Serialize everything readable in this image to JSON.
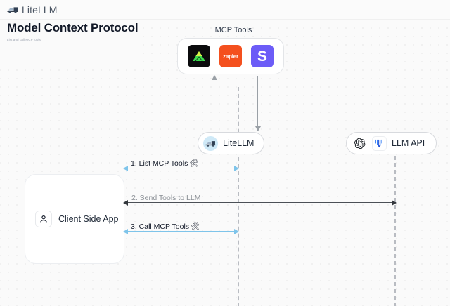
{
  "header": {
    "brand_name": "LiteLLM",
    "brand_icon": "truck-icon"
  },
  "page": {
    "title": "Model Context Protocol",
    "subtitle": "List and call MCP tools"
  },
  "diagram": {
    "mcp_group": {
      "label": "MCP Tools",
      "tools": [
        {
          "name": "tool-triangle",
          "text": "",
          "bg": "#0b0b0d"
        },
        {
          "name": "tool-zapier",
          "text": "zapier",
          "bg": "#f4501e"
        },
        {
          "name": "tool-s",
          "text": "S",
          "bg": "#6c5cf7"
        }
      ]
    },
    "nodes": [
      {
        "id": "litellm",
        "label": "LiteLLM",
        "icon": "litellm-truck-icon"
      },
      {
        "id": "llm-api",
        "label": "LLM API",
        "icons": [
          "openai-icon",
          "gemini-icon"
        ]
      }
    ],
    "client": {
      "label": "Client Side App",
      "icon": "user-icon"
    },
    "messages": [
      {
        "id": "m1",
        "label": "1. List MCP Tools",
        "emoji": "🛠",
        "color": "#7ec4ea",
        "direction": "both"
      },
      {
        "id": "m2",
        "label": "2. Send Tools to LLM",
        "emoji": "",
        "color": "#4b5056",
        "direction": "both"
      },
      {
        "id": "m3",
        "label": "3. Call MCP Tools",
        "emoji": "🛠",
        "color": "#7ec4ea",
        "direction": "both"
      }
    ],
    "vertical_flows": [
      {
        "id": "v-up",
        "direction": "up"
      },
      {
        "id": "v-down",
        "direction": "down"
      }
    ]
  }
}
